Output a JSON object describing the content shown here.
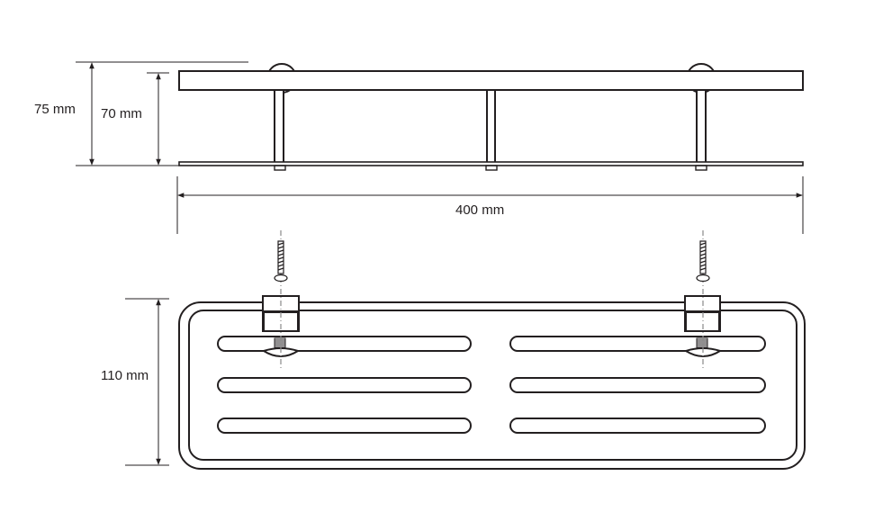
{
  "dimensions": {
    "overall_height": "75 mm",
    "shelf_height": "70 mm",
    "length": "400 mm",
    "depth": "110 mm"
  },
  "colors": {
    "line": "#231f20",
    "light_line": "#8a8a8a",
    "background": "#ffffff"
  },
  "parts": {
    "screw_count": 2,
    "slot_rows": 3,
    "slot_columns": 2,
    "post_count": 3
  }
}
